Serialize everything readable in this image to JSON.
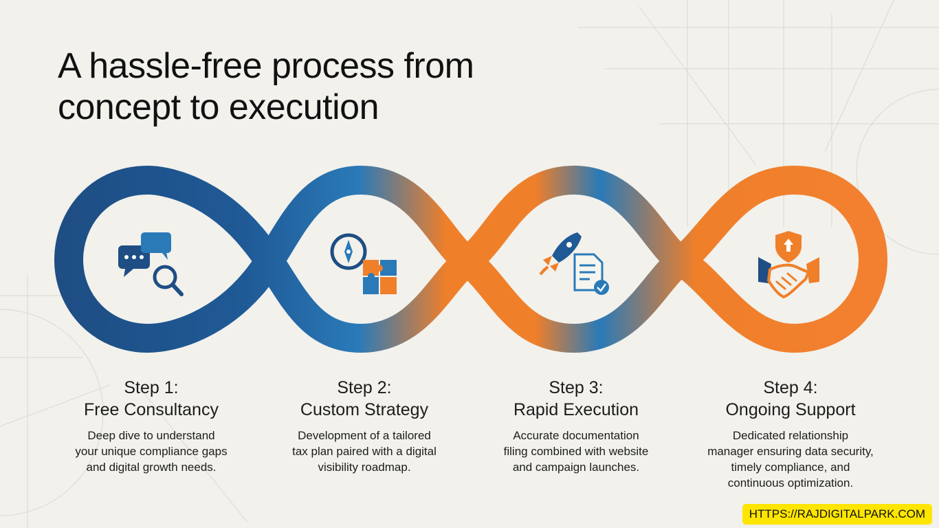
{
  "colors": {
    "blue": "#1e4e84",
    "mid_blue": "#2a7ab8",
    "orange": "#f07f2a",
    "background": "#f2f1ec",
    "badge": "#ffe600"
  },
  "title": {
    "line1": "A hassle-free process from",
    "line2": "concept to execution"
  },
  "steps": [
    {
      "number": "Step 1:",
      "name": "Free Consultancy",
      "icon": "chat-search-icon",
      "description": [
        "Deep dive to understand",
        "your unique compliance gaps",
        "and digital growth needs."
      ]
    },
    {
      "number": "Step 2:",
      "name": "Custom Strategy",
      "icon": "compass-puzzle-icon",
      "description": [
        "Development of a tailored",
        "tax plan paired with a digital",
        "visibility roadmap."
      ]
    },
    {
      "number": "Step 3:",
      "name": "Rapid Execution",
      "icon": "rocket-document-icon",
      "description": [
        "Accurate documentation",
        "filing combined with website",
        "and campaign launches."
      ]
    },
    {
      "number": "Step 4:",
      "name": "Ongoing Support",
      "icon": "handshake-shield-icon",
      "description": [
        "Dedicated relationship",
        "manager ensuring data security,",
        "timely compliance, and",
        "continuous optimization."
      ]
    }
  ],
  "url_badge": "HTTPS://RAJDIGITALPARK.COM"
}
